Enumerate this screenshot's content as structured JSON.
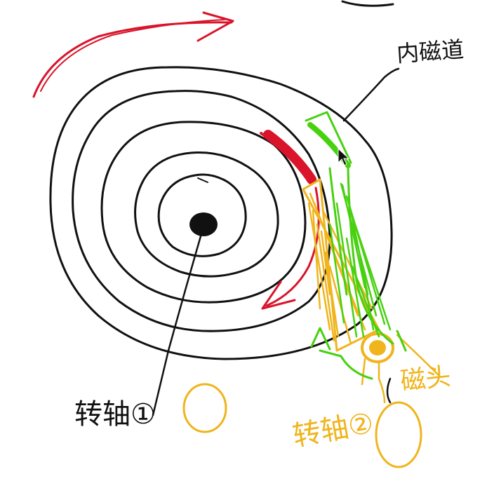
{
  "diagram": {
    "labels": {
      "inner_magnetic_track": "内磁道",
      "spindle_1": "转轴①",
      "head": "磁头",
      "spindle_2": "转轴②"
    },
    "colors": {
      "ink": "#111111",
      "red": "#d9142b",
      "green": "#47d10f",
      "yellow": "#f0b41c",
      "cursor": "#111111"
    },
    "track_count": 5
  }
}
